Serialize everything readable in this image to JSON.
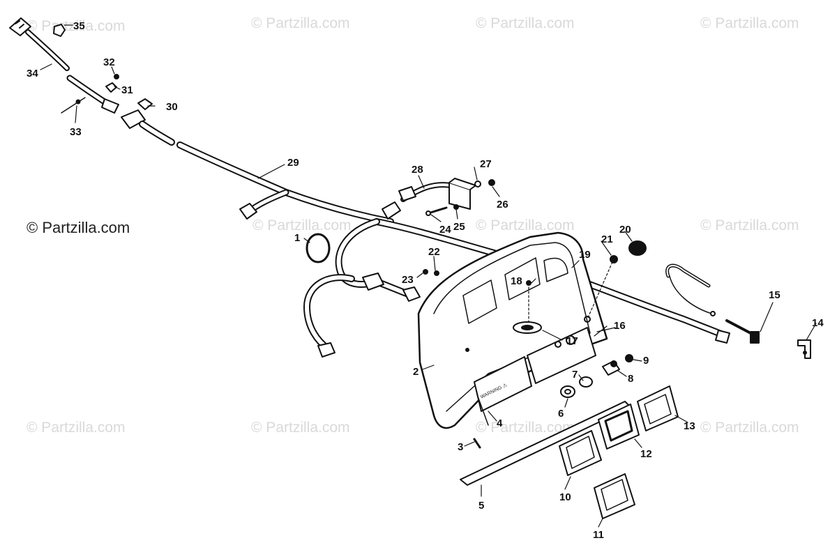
{
  "watermarks": {
    "primary": "© Partzilla.com",
    "faint": "© Partzilla.com"
  },
  "callouts": [
    "1",
    "2",
    "3",
    "4",
    "5",
    "6",
    "7",
    "8",
    "9",
    "10",
    "11",
    "12",
    "13",
    "14",
    "15",
    "16",
    "17",
    "18",
    "19",
    "20",
    "21",
    "22",
    "23",
    "24",
    "25",
    "26",
    "27",
    "28",
    "29",
    "30",
    "31",
    "32",
    "33",
    "34",
    "35"
  ],
  "panel_text": {
    "warning": "WARNING ⚠"
  },
  "colors": {
    "ink": "#111111",
    "watermark": "#d9d9d9"
  }
}
